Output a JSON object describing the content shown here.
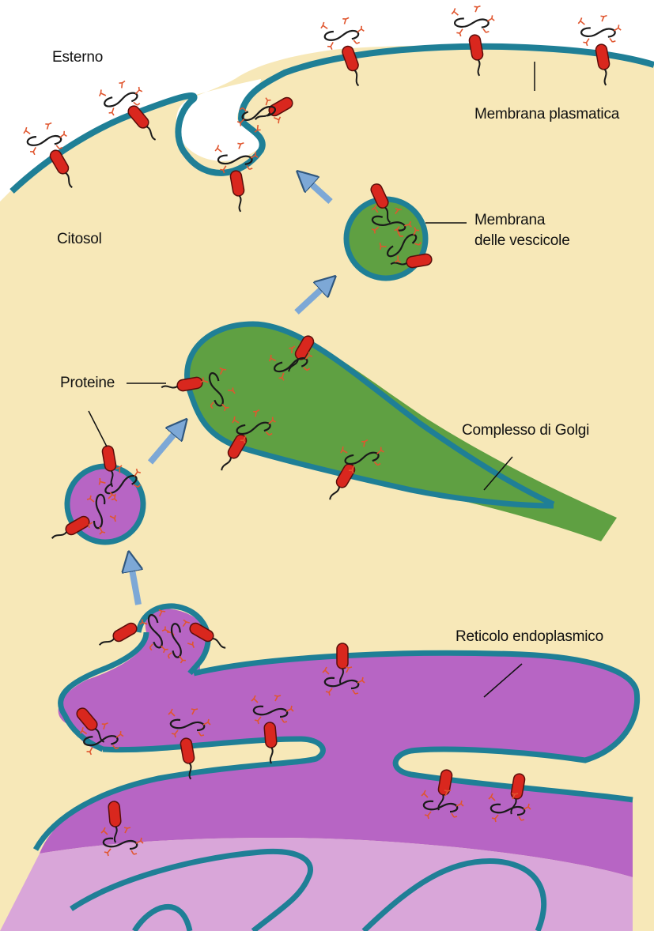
{
  "labels": {
    "outside": "Esterno",
    "cytosol": "Citosol",
    "plasma_membrane": "Membrana plasmatica",
    "vesicle_membrane_line1": "Membrana",
    "vesicle_membrane_line2": "delle vescicole",
    "proteins": "Proteine",
    "golgi": "Complesso di Golgi",
    "er": "Reticolo endoplasmico"
  },
  "colors": {
    "cytosol": "#f7e8b8",
    "outside": "#ffffff",
    "membrane": "#1f7f96",
    "golgi_lumen": "#5fa042",
    "er_lumen": "#b765c4",
    "protein": "#d9271e",
    "arrow": "#7da8d6",
    "sugar": "#e0562f"
  }
}
